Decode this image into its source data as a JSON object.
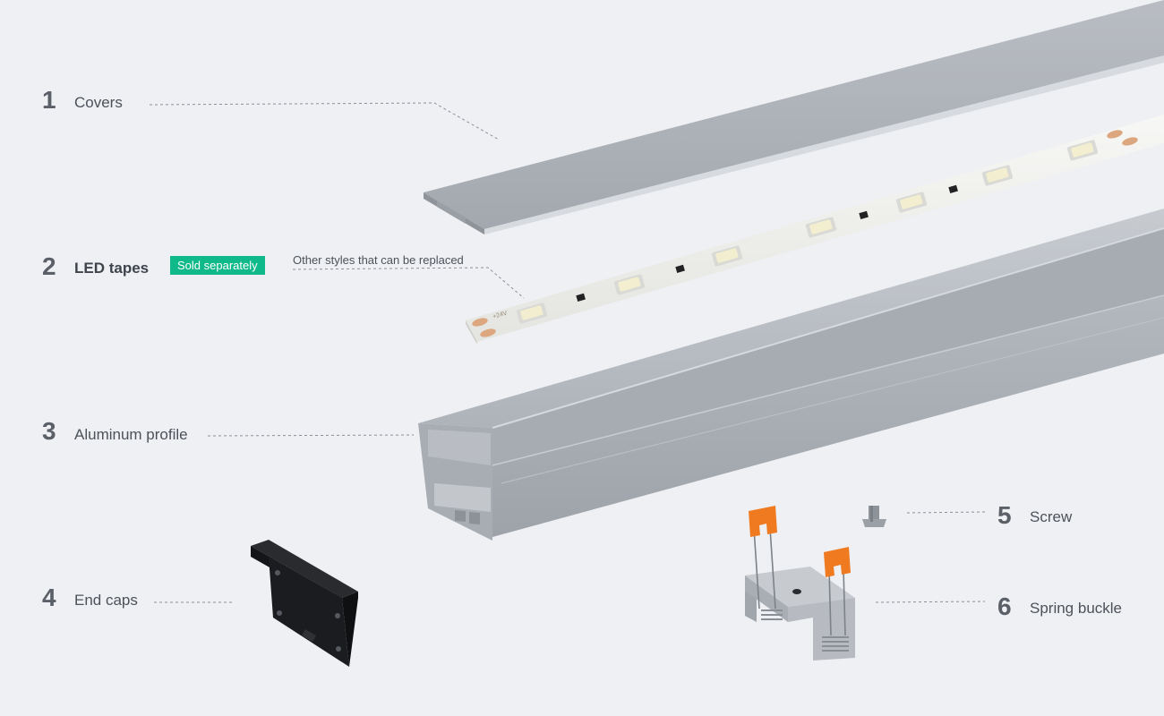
{
  "parts": [
    {
      "number": "1",
      "label": "Covers"
    },
    {
      "number": "2",
      "label": "LED tapes",
      "badge": "Sold separately",
      "note": "Other styles that can be replaced"
    },
    {
      "number": "3",
      "label": "Aluminum profile"
    },
    {
      "number": "4",
      "label": "End caps"
    },
    {
      "number": "5",
      "label": "Screw"
    },
    {
      "number": "6",
      "label": "Spring buckle"
    }
  ],
  "tape_print": "+24V",
  "colors": {
    "background": "#eef0f3",
    "badge": "#10b98a",
    "aluminum": "#b4b9c0",
    "end_cap": "#1b1c1f",
    "spring_handle": "#f07a20",
    "leader_line": "#8a8f97"
  }
}
